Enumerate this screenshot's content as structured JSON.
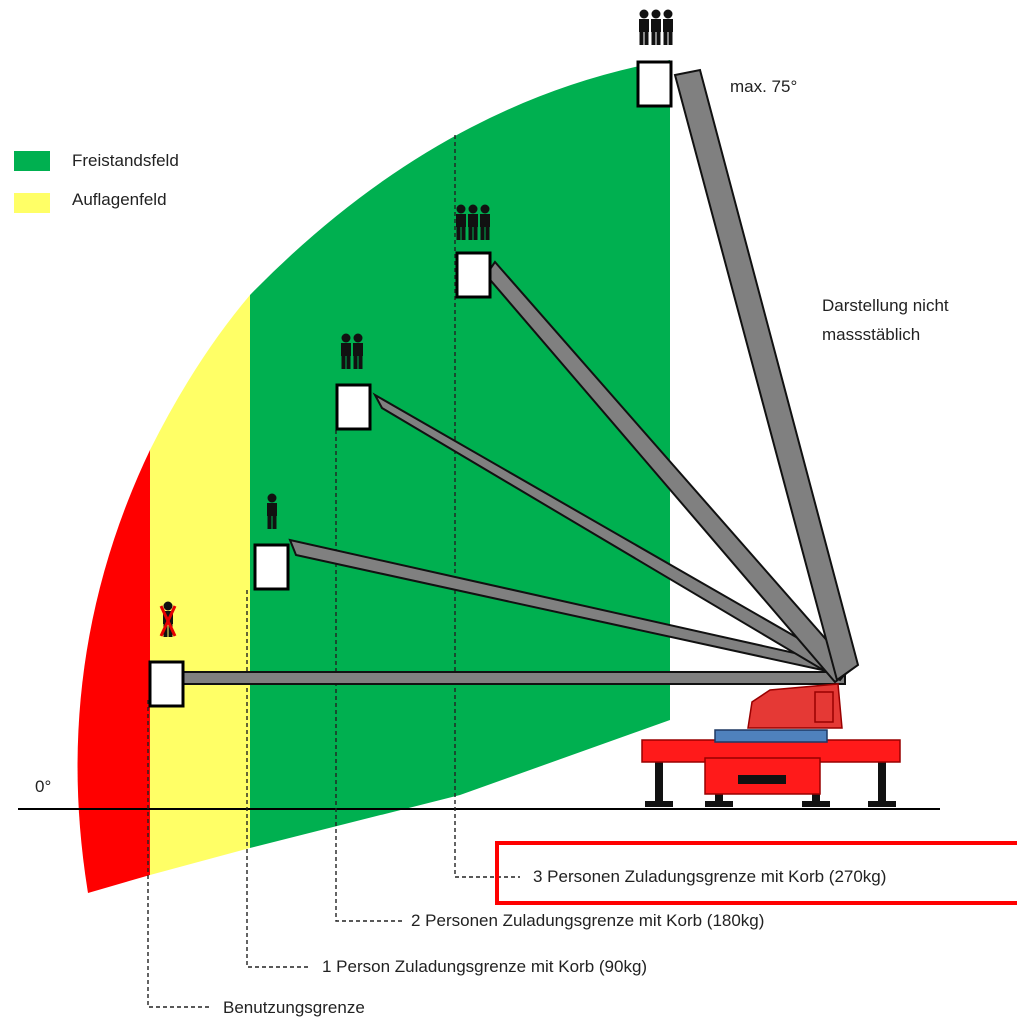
{
  "legend": {
    "items": [
      {
        "label": "Freistandsfeld",
        "color": "#00b050"
      },
      {
        "label": "Auflagenfeld",
        "color": "#ffff66"
      }
    ]
  },
  "notes": {
    "max_angle": "max. 75°",
    "zero_angle": "0°",
    "scale_note_line1": "Darstellung nicht",
    "scale_note_line2": "massstäblich"
  },
  "limits": [
    {
      "label": "Benutzungsgrenze"
    },
    {
      "label": "1 Person Zuladungsgrenze mit Korb (90kg)"
    },
    {
      "label": "2 Personen Zuladungsgrenze mit Korb (180kg)"
    },
    {
      "label": "3 Personen Zuladungsgrenze mit Korb (270kg)"
    }
  ],
  "colors": {
    "red_zone": "#ff0000",
    "yellow_zone": "#ffff66",
    "green_zone": "#00b050",
    "boom": "#808080",
    "machine": "#ff1a1a",
    "highlight": "#ff0000"
  },
  "icons": [
    "person-crossed-icon",
    "person-icon",
    "two-persons-icon",
    "three-persons-icon"
  ]
}
